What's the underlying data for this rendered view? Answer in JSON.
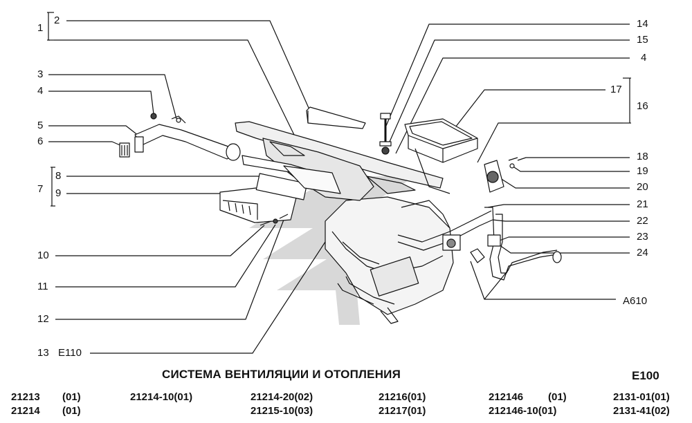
{
  "title": "СИСТЕМА ВЕНТИЛЯЦИИ И ОТОПЛЕНИЯ",
  "code": "Е100",
  "callouts": {
    "c1": "1",
    "c2": "2",
    "c3": "3",
    "c4a": "4",
    "c5": "5",
    "c6": "6",
    "c7": "7",
    "c8": "8",
    "c9": "9",
    "c10": "10",
    "c11": "11",
    "c12": "12",
    "c13": "13",
    "c13ref": "Е110",
    "c14": "14",
    "c15": "15",
    "c4b": "4",
    "c17": "17",
    "c16": "16",
    "c18": "18",
    "c19": "19",
    "c20": "20",
    "c21": "21",
    "c22": "22",
    "c23": "23",
    "c24": "24",
    "a610": "А610"
  },
  "models": {
    "m1": "21213",
    "m1v": "(01)",
    "m2": "21214",
    "m2v": "(01)",
    "m3": "21214-10(01)",
    "m4": "21214-20(02)",
    "m5": "21215-10(03)",
    "m6": "21216(01)",
    "m7": "21217(01)",
    "m8": "212146",
    "m8v": "(01)",
    "m9": "212146-10(01)",
    "m10": "2131-01(01)",
    "m11": "2131-41(02)"
  },
  "colors": {
    "ink": "#111111",
    "watermark": "#c9c9c9",
    "shade": "#bdbdbd"
  }
}
